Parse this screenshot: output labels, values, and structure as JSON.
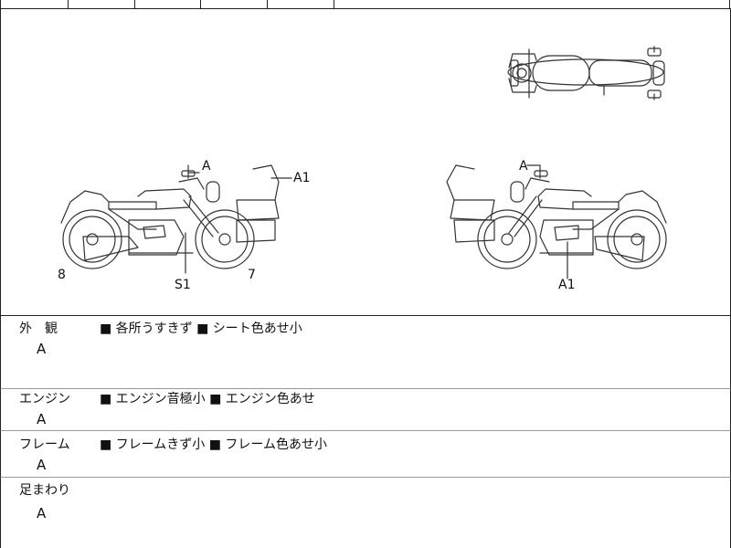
{
  "top_strip": {
    "snippet": ""
  },
  "diagram": {
    "marks": {
      "left_A": "A",
      "left_A1": "A1",
      "left_8": "8",
      "left_S1": "S1",
      "left_7": "7",
      "right_A": "A",
      "right_A1": "A1"
    }
  },
  "sections": [
    {
      "title": "外　観",
      "grade": "A",
      "notes": "■ 各所うすきず ■ シート色あせ小"
    },
    {
      "title": "エンジン",
      "grade": "A",
      "notes": "■ エンジン音極小 ■ エンジン色あせ"
    },
    {
      "title": "フレーム",
      "grade": "A",
      "notes": "■ フレームきず小 ■ フレーム色あせ小"
    },
    {
      "title": "足まわり",
      "grade": "A",
      "notes": ""
    }
  ]
}
